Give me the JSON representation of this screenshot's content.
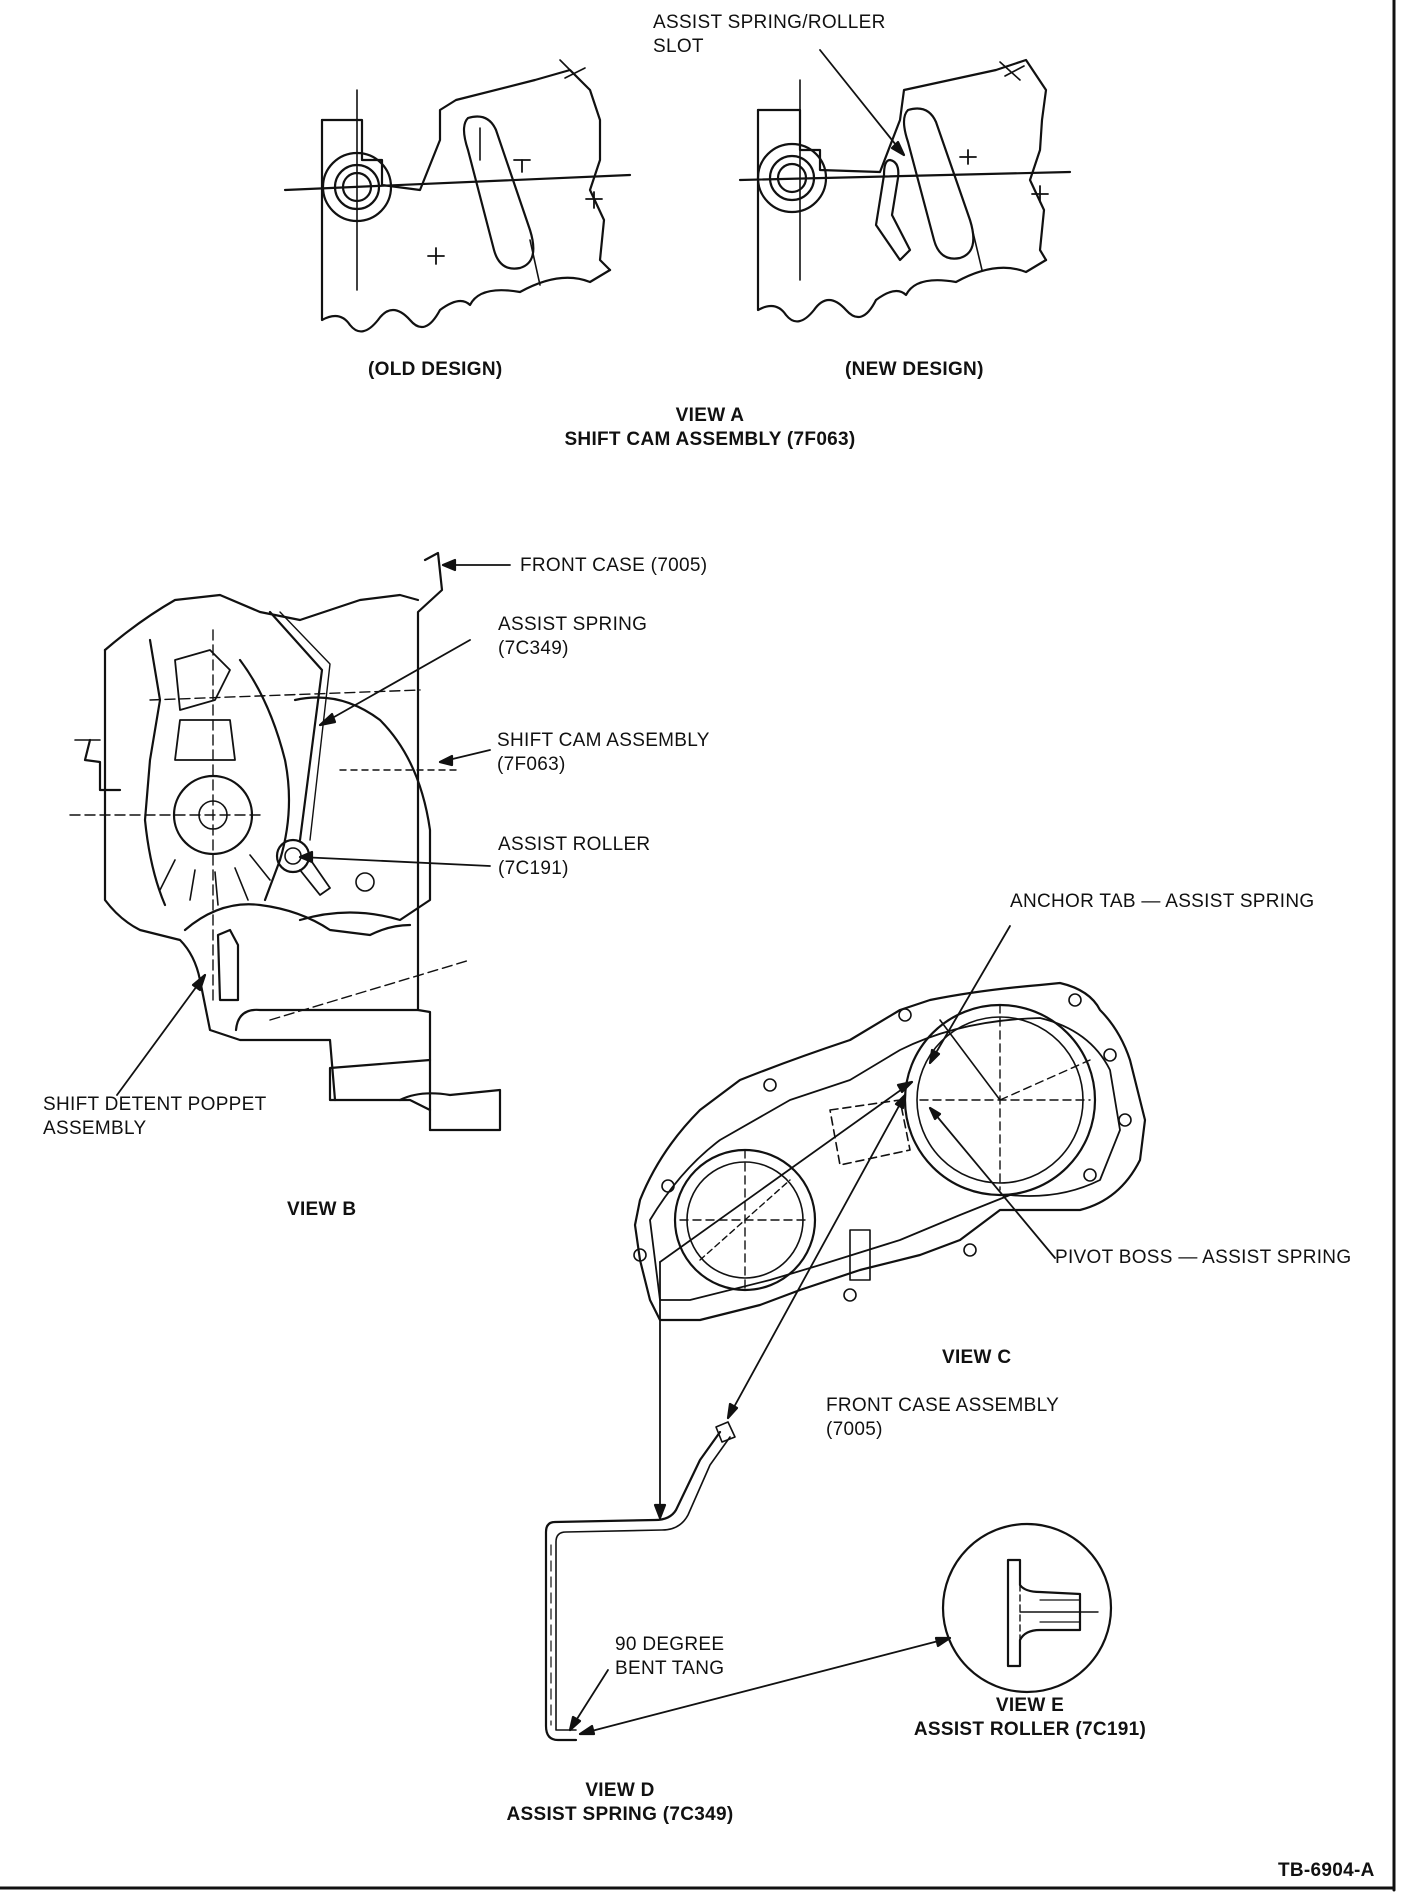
{
  "view_a": {
    "callout_slot": [
      "ASSIST SPRING/ROLLER",
      "SLOT"
    ],
    "old_design": "(OLD DESIGN)",
    "new_design": "(NEW DESIGN)",
    "title": "VIEW A",
    "subtitle": "SHIFT CAM ASSEMBLY (7F063)"
  },
  "view_b": {
    "front_case": "FRONT CASE (7005)",
    "assist_spring": [
      "ASSIST SPRING",
      "(7C349)"
    ],
    "shift_cam": [
      "SHIFT CAM ASSEMBLY",
      "(7F063)"
    ],
    "assist_roller": [
      "ASSIST ROLLER",
      "(7C191)"
    ],
    "poppet": [
      "SHIFT DETENT POPPET",
      "ASSEMBLY"
    ],
    "title": "VIEW B"
  },
  "view_c": {
    "anchor_tab": "ANCHOR TAB — ASSIST SPRING",
    "pivot_boss": "PIVOT BOSS — ASSIST SPRING",
    "title": "VIEW C",
    "caption": [
      "FRONT CASE ASSEMBLY",
      "(7005)"
    ]
  },
  "view_d": {
    "tang": [
      "90 DEGREE",
      "BENT TANG"
    ],
    "title": "VIEW D",
    "subtitle": "ASSIST SPRING (7C349)"
  },
  "view_e": {
    "title": "VIEW E",
    "subtitle": "ASSIST ROLLER (7C191)"
  },
  "figure_id": "TB-6904-A",
  "colors": {
    "ink": "#111111",
    "paper": "#ffffff"
  }
}
